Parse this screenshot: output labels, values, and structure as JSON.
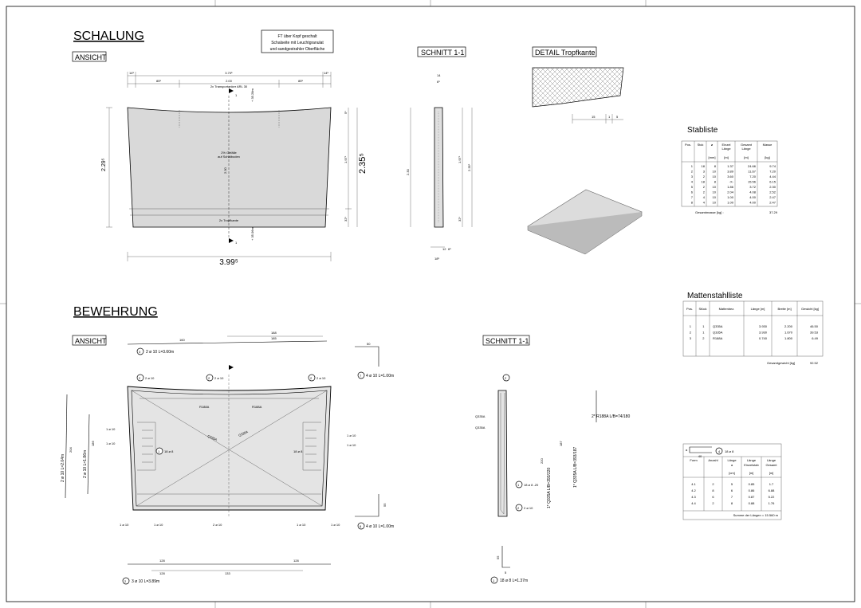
{
  "schalung": {
    "title": "SCHALUNG",
    "ansicht_label": "ANSICHT",
    "note_lines": [
      "FT über Kopf geschalt",
      "Schalseite mit Leuchtgranulat",
      "und sandgestrahler Oberfläche"
    ],
    "dims": {
      "total_top": "3.70⁵",
      "left_edge": "14⁵",
      "right_edge": "14⁵",
      "left_seg": "85⁵",
      "mid_seg": "2.00",
      "right_seg": "85⁵",
      "bottom": "3.99⁵",
      "height_right": "2.35⁵",
      "height_left": "2.29⁵",
      "inner_h": "1.97⁵",
      "band_h": "32⁵",
      "top_off": "5⁵",
      "center_h": "2.30"
    },
    "anchor_note": "2x Transportanker ARL 30",
    "slope_note": [
      "2% Gefälle",
      "auf Schalboden"
    ],
    "drip_note": "2x Tropfkante",
    "section_mark": "1",
    "level_top": "+ 35.28m",
    "level_bottom": "+ 35.06m"
  },
  "schnitt": {
    "label": "SCHNITT 1-1",
    "dims": {
      "top": "14",
      "top2": "6⁵",
      "height": "2.30",
      "h2": "1.97⁵",
      "h3": "2.35⁵",
      "band": "32⁵",
      "bottom_w": "18⁵",
      "b1": "12",
      "b2": "6⁵"
    }
  },
  "detail": {
    "label": "DETAIL Tropfkante",
    "dims": [
      "15",
      "1",
      "5"
    ]
  },
  "stabliste": {
    "title": "Stabliste",
    "headers": [
      "Pos.",
      "Stck",
      "ø",
      "Einzel Länge",
      "Gesamt Länge",
      "Masse"
    ],
    "units": [
      "",
      "",
      "[mm]",
      "[m]",
      "[m]",
      "[kg]"
    ],
    "rows": [
      [
        "1",
        "18",
        "8",
        "1.37",
        "24.66",
        "9.74"
      ],
      [
        "2",
        "3",
        "10",
        "3.89",
        "11.67",
        "7.20"
      ],
      [
        "3",
        "2",
        "10",
        "3.60",
        "7.20",
        "4.44"
      ],
      [
        "4",
        "18",
        "8",
        "-X-",
        "15.56",
        "6.15"
      ],
      [
        "5",
        "2",
        "10",
        "1.86",
        "3.72",
        "2.30"
      ],
      [
        "6",
        "2",
        "10",
        "2.04",
        "4.08",
        "2.52"
      ],
      [
        "7",
        "4",
        "10",
        "1.00",
        "4.00",
        "2.47"
      ],
      [
        "8",
        "4",
        "10",
        "1.00",
        "4.00",
        "2.47"
      ]
    ],
    "total_label": "Gesamtmasse [kg] :",
    "total_value": "37.29"
  },
  "mattenliste": {
    "title": "Mattenstahlliste",
    "headers": [
      "Pos.",
      "Stück",
      "Mattenbez.",
      "Länge [m]",
      "Breite [m]",
      "Gewicht [kg]"
    ],
    "rows": [
      [
        "1",
        "1",
        "Q335A",
        "3.930",
        "2.200",
        "46.50"
      ],
      [
        "2",
        "1",
        "Q335A",
        "3.930",
        "1.670",
        "39.53"
      ],
      [
        "3",
        "2",
        "R188A",
        "0.740",
        "1.800",
        "6.49"
      ]
    ],
    "total_label": "Gesamtgewicht [kg]",
    "total_value": "92.52"
  },
  "biegeliste": {
    "pos": "4",
    "spec": "18 ø 8",
    "shape_dim": "40",
    "shape_dim2": "a",
    "headers": [
      "Form",
      "Anzahl",
      "Länge a",
      "Länge Einzelstab",
      "Länge Gesamt"
    ],
    "units": [
      "",
      "",
      "[cm]",
      "[m]",
      "[m]"
    ],
    "rows": [
      [
        "4.1",
        "2",
        "5",
        "0.85",
        "1.7"
      ],
      [
        "4.2",
        "8",
        "6",
        "0.86",
        "6.88"
      ],
      [
        "4.3",
        "6",
        "7",
        "0.87",
        "5.22"
      ],
      [
        "4.4",
        "2",
        "8",
        "0.88",
        "1.76"
      ]
    ],
    "sum": "Summe der Längen = 15.560 m"
  },
  "bewehrung": {
    "title": "BEWEHRUNG",
    "ansicht_label": "ANSICHT",
    "schnitt_label": "SCHNITT 1-1",
    "bars": {
      "pos3": {
        "n": "3",
        "t": "2 ø 10  L=3.60m"
      },
      "pos2": {
        "n": "2",
        "t": "3 ø 10  L=3.89m"
      },
      "pos7": {
        "n": "7",
        "t": "4 ø 10  L=1.00m"
      },
      "pos8": {
        "n": "8",
        "t": "4 ø 10  L=1.00m"
      },
      "pos6": {
        "n": "6",
        "t": "2 ø 10  L=2.04m"
      },
      "pos5": {
        "n": "5",
        "t": "2 ø 10  L=1.86m"
      },
      "pos1": {
        "n": "1",
        "t": "18 ø 8  L=1.37m"
      }
    },
    "mesh": [
      "R188A",
      "R188A",
      "Q335A",
      "Q335A"
    ],
    "labels": {
      "l2": "2 ø 10",
      "l4": "18 ø 8",
      "l1x": "1 ø 10"
    },
    "section_mats": [
      "Q335A",
      "Q335A"
    ],
    "section_notes": [
      "2* R188A L/B=74/180",
      "1* Q335A L/B=393/187",
      "1* Q335A L/B=393/220",
      "18 ø 8 -20",
      "2 ø 10"
    ],
    "dims": {
      "d160": "160",
      "d188": "188",
      "d185": "185",
      "d50": "50",
      "d128a": "128",
      "d128b": "128",
      "d133": "133",
      "d128c": "128",
      "d204": "204",
      "d186": "186",
      "d55": "55",
      "d220": "220",
      "d187": "187",
      "d5": "5"
    }
  }
}
